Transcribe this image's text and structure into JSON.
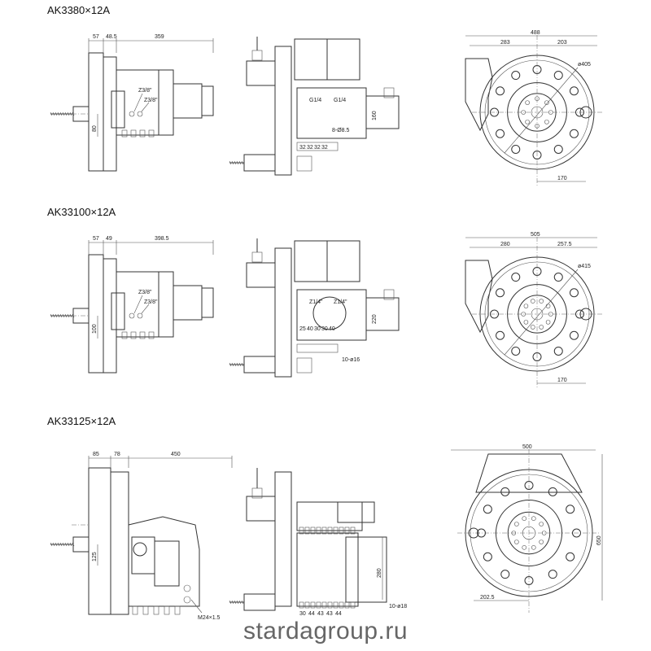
{
  "rows": [
    {
      "title": "AK3380×12A",
      "side": {
        "d1": "57",
        "d2": "48.5",
        "d3": "359",
        "port1": "Z3/8\"",
        "port2": "Z3/8\"",
        "height": "80"
      },
      "front": {
        "port1": "G1/4",
        "port2": "G1/4",
        "pitches": [
          "32",
          "32",
          "32",
          "32"
        ],
        "holes": "8-Ø8.5",
        "height": "160"
      },
      "plan": {
        "width": "488",
        "left": "283",
        "right": "203",
        "dia": "ø405",
        "offset": "170"
      }
    },
    {
      "title": "AK33100×12A",
      "side": {
        "d1": "57",
        "d2": "49",
        "d3": "398.5",
        "port1": "Z3/8\"",
        "port2": "Z3/8\"",
        "height": "100"
      },
      "front": {
        "port1": "Z1/4\"",
        "port2": "Z1/4\"",
        "pitches": [
          "25",
          "40",
          "30",
          "30",
          "40"
        ],
        "holes": "10-ø16",
        "height": "220"
      },
      "plan": {
        "width": "505",
        "left": "280",
        "right": "257.5",
        "dia": "ø415",
        "offset": "170"
      }
    },
    {
      "title": "AK33125×12A",
      "side": {
        "d1": "85",
        "d2": "78",
        "d3": "450",
        "height": "125",
        "thread": "M24×1.5"
      },
      "front": {
        "pitches": [
          "30",
          "44",
          "43",
          "43",
          "44"
        ],
        "holes": "10-ø18",
        "height": "280"
      },
      "plan": {
        "width": "500",
        "height": "650",
        "offset": "202.5"
      }
    }
  ],
  "footer": "stardagroup.ru"
}
